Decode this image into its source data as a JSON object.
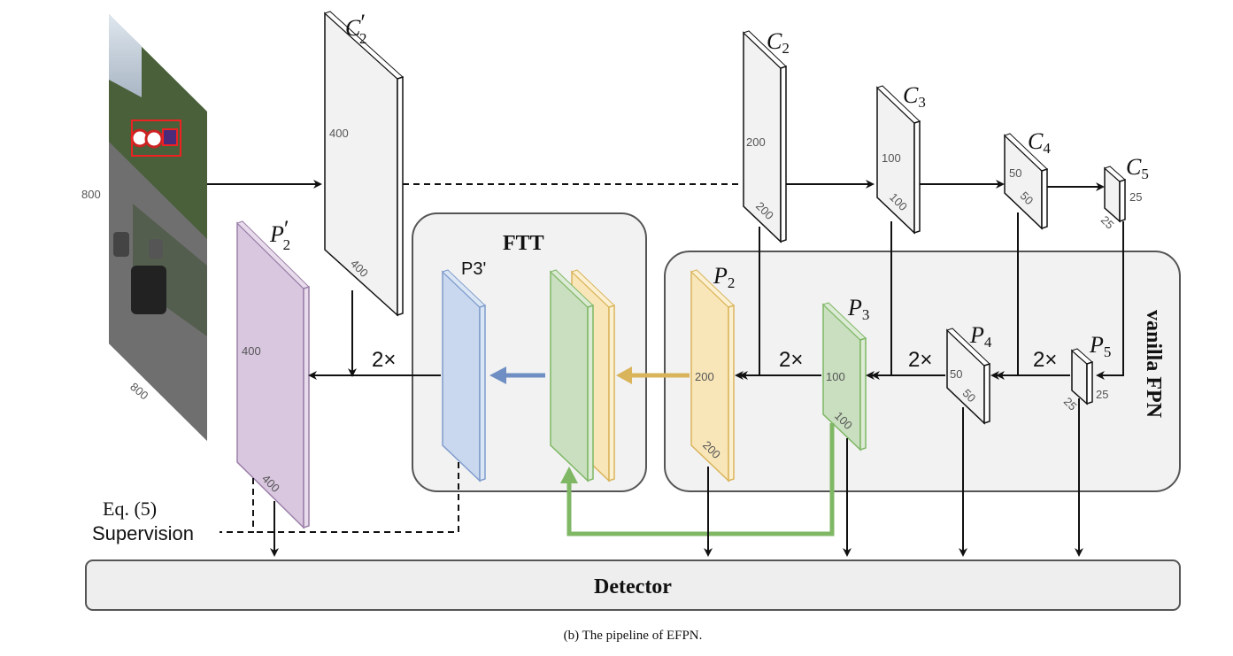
{
  "caption": "(b) The pipeline of EFPN.",
  "input_image": {
    "width_label": "800",
    "height_label": "800"
  },
  "backbone": {
    "c2_prime": {
      "label": "C",
      "sub": "2",
      "prime": "′",
      "dim_side": "400",
      "dim_bottom": "400"
    },
    "c2": {
      "label": "C",
      "sub": "2",
      "dim_side": "200",
      "dim_bottom": "200"
    },
    "c3": {
      "label": "C",
      "sub": "3",
      "dim_side": "100",
      "dim_bottom": "100"
    },
    "c4": {
      "label": "C",
      "sub": "4",
      "dim_side": "50",
      "dim_bottom": "50"
    },
    "c5": {
      "label": "C",
      "sub": "5",
      "dim_side": "25",
      "dim_bottom": "25"
    }
  },
  "fpn": {
    "title": "vanilla FPN",
    "p2": {
      "label": "P",
      "sub": "2",
      "dim_side": "200",
      "dim_bottom": "200"
    },
    "p3": {
      "label": "P",
      "sub": "3",
      "dim_side": "100",
      "dim_bottom": "100"
    },
    "p4": {
      "label": "P",
      "sub": "4",
      "dim_side": "50",
      "dim_bottom": "50"
    },
    "p5": {
      "label": "P",
      "sub": "5",
      "dim_side": "25",
      "dim_bottom": "25"
    },
    "upsample_label": "2×"
  },
  "ftt": {
    "title": "FTT",
    "p3_prime_label": "P3'"
  },
  "p2_prime": {
    "label": "P",
    "sub": "2",
    "prime": "′",
    "dim_side": "400",
    "dim_bottom": "400"
  },
  "supervision": {
    "eq_label": "Eq. (5)",
    "label": "Supervision"
  },
  "detector": {
    "label": "Detector"
  },
  "colors": {
    "grey_map": "#f2f2f2",
    "purple_map": "#d9c7e0",
    "blue_map": "#c9d8ee",
    "green_map": "#c9dfc0",
    "yellow_map": "#f9e6b8",
    "blue_arrow": "#6f8fc4",
    "yellow_arrow": "#d9b45a",
    "green_arrow": "#7fb765"
  }
}
